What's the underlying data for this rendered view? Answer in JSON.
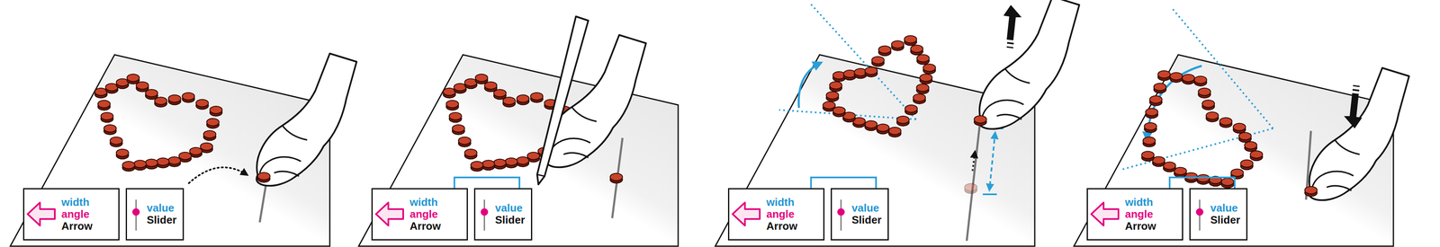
{
  "diagram": {
    "nodes": [
      {
        "text": [
          "width",
          "angle",
          "Arrow"
        ]
      },
      {
        "text": [
          "value",
          "Slider"
        ]
      },
      {
        "text": [
          "width",
          "angle",
          "Arrow"
        ]
      },
      {
        "text": [
          "value",
          "Slider"
        ]
      },
      {
        "text": [
          "width",
          "angle",
          "Arrow"
        ]
      },
      {
        "text": [
          "value",
          "Slider"
        ]
      },
      {
        "text": [
          "width",
          "angle",
          "Arrow"
        ]
      },
      {
        "text": [
          "value",
          "Slider"
        ]
      }
    ],
    "edges": [
      {
        "from": 2,
        "to": 3,
        "arrow": "none"
      },
      {
        "from": 4,
        "to": 5,
        "arrow": "none"
      },
      {
        "from": 6,
        "to": 7,
        "arrow": "none"
      }
    ]
  }
}
